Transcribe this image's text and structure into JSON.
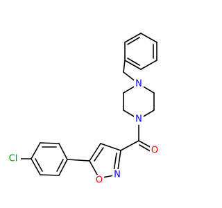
{
  "molecule": {
    "atoms": [
      {
        "id": "N1",
        "label": "N",
        "color": "#0000ff"
      },
      {
        "id": "N2",
        "label": "N",
        "color": "#0000ff"
      },
      {
        "id": "O_carbonyl",
        "label": "O",
        "color": "#ff0000"
      },
      {
        "id": "N_isoxazole",
        "label": "N",
        "color": "#0000ff"
      },
      {
        "id": "O_isoxazole",
        "label": "O",
        "color": "#ff0000"
      },
      {
        "id": "Cl",
        "label": "Cl",
        "color": "#00a000"
      }
    ],
    "bond_color": "#000000"
  }
}
